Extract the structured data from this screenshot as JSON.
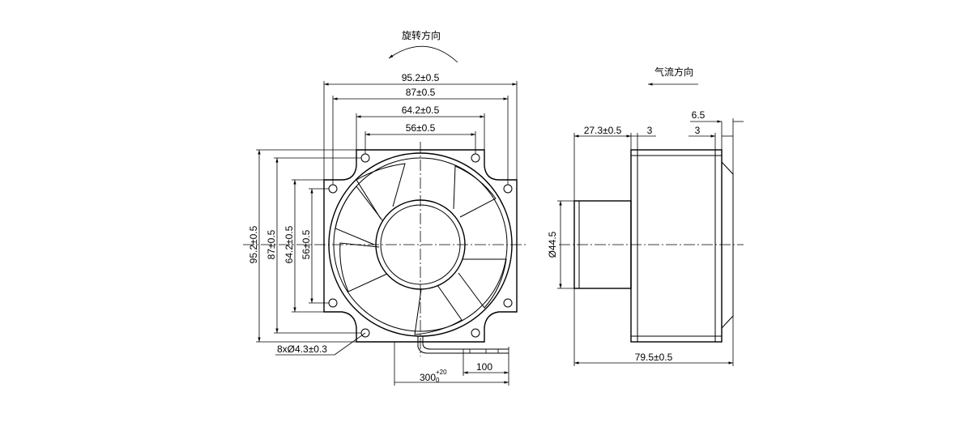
{
  "front_view": {
    "rotation_label": "旋转方向",
    "dim_95": "95.2±0.5",
    "dim_87": "87±0.5",
    "dim_64": "64.2±0.5",
    "dim_56": "56±0.5",
    "hole_label": "8xØ4.3±0.3",
    "lead_length": "300",
    "lead_tol_upper": "+20",
    "lead_tol_lower": "0",
    "strip_length": "100"
  },
  "side_view": {
    "airflow_label": "气流方向",
    "dim_6_5": "6.5",
    "dim_27_3": "27.3±0.5",
    "dim_3a": "3",
    "dim_3b": "3",
    "dim_diameter": "Ø44.5",
    "dim_79_5": "79.5±0.5"
  }
}
